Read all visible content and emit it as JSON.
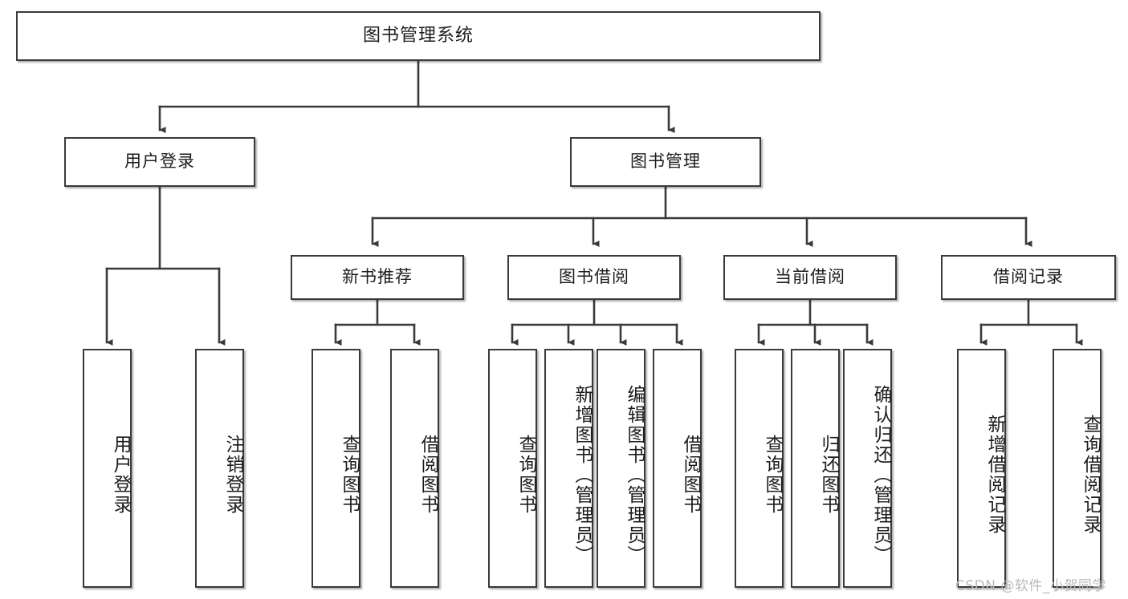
{
  "diagram": {
    "title": "图书管理系统",
    "type": "tree",
    "theme": {
      "node_border": "#3a3a3a",
      "node_fill": "#ffffff",
      "connector": "#3a3a3a",
      "text": "#1c1c1c",
      "watermark": "#b9b9b9",
      "background": "#ffffff"
    },
    "levels": {
      "root": {
        "label": "图书管理系统"
      },
      "level2": [
        {
          "id": "user-login",
          "label": "用户登录"
        },
        {
          "id": "book-manage",
          "label": "图书管理"
        }
      ],
      "level3": [
        {
          "id": "new-book-recommend",
          "label": "新书推荐",
          "parent": "book-manage"
        },
        {
          "id": "book-borrow",
          "label": "图书借阅",
          "parent": "book-manage"
        },
        {
          "id": "current-borrow",
          "label": "当前借阅",
          "parent": "book-manage"
        },
        {
          "id": "borrow-record",
          "label": "借阅记录",
          "parent": "book-manage"
        }
      ],
      "leaves": [
        {
          "id": "leaf-user-login",
          "label": "用户登录",
          "parent": "user-login"
        },
        {
          "id": "leaf-logout",
          "label": "注销登录",
          "parent": "user-login"
        },
        {
          "id": "leaf-query-book-1",
          "label": "查询图书",
          "parent": "new-book-recommend"
        },
        {
          "id": "leaf-borrow-book-1",
          "label": "借阅图书",
          "parent": "new-book-recommend"
        },
        {
          "id": "leaf-query-book-2",
          "label": "查询图书",
          "parent": "book-borrow"
        },
        {
          "id": "leaf-add-book",
          "label": "新增图书（管理员）",
          "parent": "book-borrow"
        },
        {
          "id": "leaf-edit-book",
          "label": "编辑图书（管理员）",
          "parent": "book-borrow"
        },
        {
          "id": "leaf-borrow-book-2",
          "label": "借阅图书",
          "parent": "book-borrow"
        },
        {
          "id": "leaf-query-book-3",
          "label": "查询图书",
          "parent": "current-borrow"
        },
        {
          "id": "leaf-return-book",
          "label": "归还图书",
          "parent": "current-borrow"
        },
        {
          "id": "leaf-confirm-return",
          "label": "确认归还（管理员）",
          "parent": "current-borrow"
        },
        {
          "id": "leaf-add-record",
          "label": "新增借阅记录",
          "parent": "borrow-record"
        },
        {
          "id": "leaf-query-record",
          "label": "查询借阅记录",
          "parent": "borrow-record"
        }
      ]
    },
    "watermark": "CSDN @软件_小贺同学"
  }
}
